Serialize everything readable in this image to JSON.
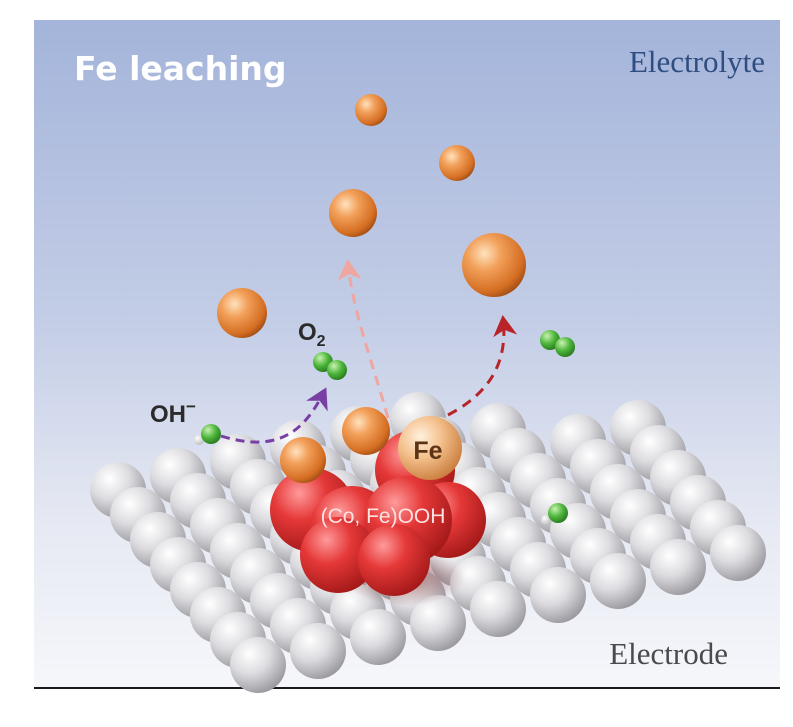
{
  "title": "Fe leaching",
  "regions": {
    "electrolyte": "Electrolyte",
    "electrode": "Electrode"
  },
  "labels": {
    "o2": "O",
    "o2_subscript": "2",
    "oh": "OH",
    "oh_superscript": "−",
    "fe": "Fe",
    "cluster": "(Co, Fe)OOH"
  },
  "colors": {
    "electrolyte_top": "#a9b8dc",
    "electrolyte_bottom": "#f4f5fa",
    "electrolyte_text": "#2e4d80",
    "electrode_text": "#4a4a4a",
    "fe_atom": "#e7893f",
    "oxide_atom": "#e23a3a",
    "electrode_atom": "#d8d8dc",
    "oxygen_atom": "#4db53b",
    "arrow_purple": "#7a3fa3",
    "arrow_pink": "#f0a6a0",
    "arrow_red": "#b8242a"
  },
  "icons": {
    "fe_atom": "orange-sphere",
    "oxide_atom": "red-sphere",
    "electrode_atom": "grey-sphere",
    "oxygen_atom": "green-sphere",
    "hydrogen_atom": "white-sphere"
  }
}
